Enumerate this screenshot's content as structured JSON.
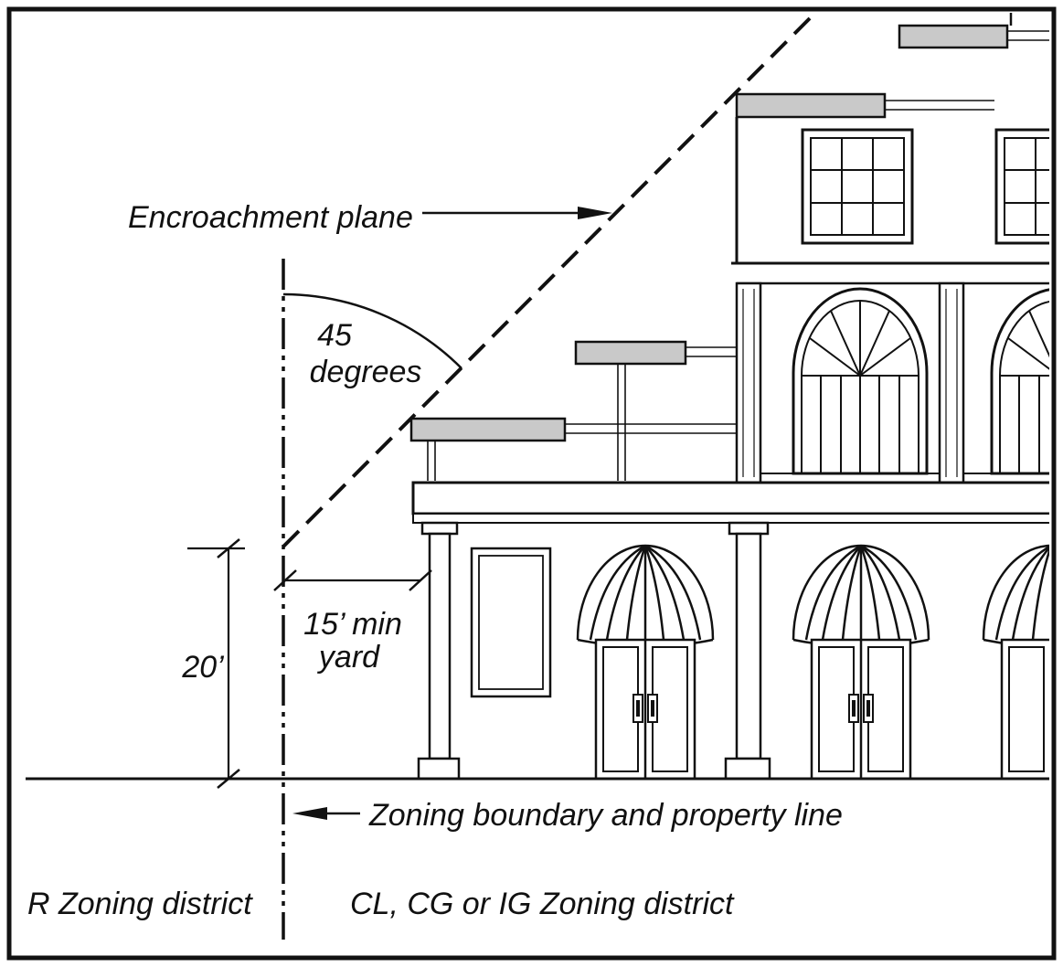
{
  "labels": {
    "encroachment_plane": "Encroachment plane",
    "angle": "45",
    "angle_unit": "degrees",
    "height_dim": "20’",
    "yard_dim_line1": "15’ min",
    "yard_dim_line2": "yard",
    "zoning_boundary": "Zoning boundary and property line",
    "district_left": "R Zoning district",
    "district_right": "CL, CG or IG Zoning district"
  },
  "colors": {
    "line": "#111111",
    "sign_fill": "#c9c9c9",
    "background": "#ffffff"
  }
}
